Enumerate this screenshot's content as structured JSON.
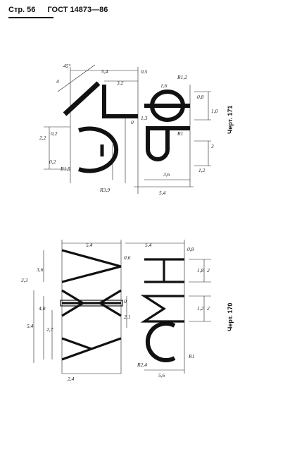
{
  "header": {
    "page": "Стр. 56",
    "standard": "ГОСТ 14873—86"
  },
  "figures": [
    {
      "caption": "Черт. 170",
      "dimensions": [
        "2,4",
        "5,4",
        "5,4",
        "3,3",
        "3,6",
        "5,4",
        "4,0",
        "2,7",
        "2,1",
        "0,6",
        "0",
        "R2,4",
        "5,6",
        "R1",
        "1,2",
        "2",
        "1,8",
        "2",
        "0,8"
      ]
    },
    {
      "caption": "Черт. 171",
      "dimensions": [
        "4",
        "45°",
        "5,4",
        "3,2",
        "0,5",
        "2,2",
        "0,2",
        "0,2",
        "R1,5",
        "R3,9",
        "0",
        "1,3",
        "3,6",
        "5,4",
        "R1,2",
        "1,6",
        "0,8",
        "1,0",
        "R1",
        "3",
        "1,2"
      ]
    }
  ]
}
